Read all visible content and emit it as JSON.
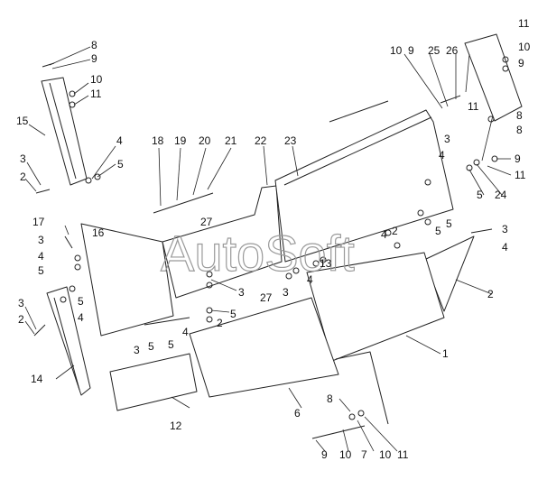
{
  "watermark": "AutoSoft",
  "colors": {
    "line": "#222222",
    "panel": "#ffffff",
    "watermark": "#9a9a9a"
  },
  "callouts": [
    "8",
    "9",
    "10",
    "11",
    "15",
    "3",
    "2",
    "4",
    "5",
    "17",
    "3",
    "4",
    "5",
    "3",
    "2",
    "5",
    "4",
    "14",
    "16",
    "18",
    "19",
    "20",
    "21",
    "22",
    "23",
    "27",
    "3",
    "27",
    "3",
    "4",
    "5",
    "2",
    "3",
    "5",
    "5",
    "4",
    "13",
    "12",
    "6",
    "1",
    "2",
    "3",
    "4",
    "5",
    "5",
    "4",
    "2",
    "3",
    "4",
    "5",
    "24",
    "11",
    "10",
    "9",
    "25",
    "26",
    "11",
    "10",
    "9",
    "8",
    "8",
    "9",
    "11",
    "10",
    "7",
    "8",
    "9",
    "10",
    "11"
  ]
}
